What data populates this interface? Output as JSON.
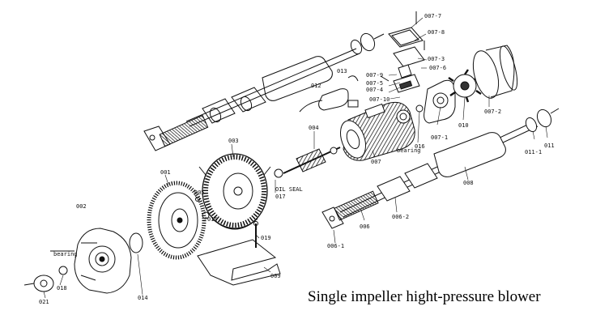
{
  "caption": "Single impeller hight-pressure blower",
  "labels": {
    "p001": "001",
    "p002": "002",
    "p003": "003",
    "p004": "004",
    "p005": "005",
    "p006": "006",
    "p006_1": "006-1",
    "p006_2": "006-2",
    "p007": "007",
    "p007_1": "007-1",
    "p007_2": "007-2",
    "p007_3": "007-3",
    "p007_4": "007-4",
    "p007_5": "007-5",
    "p007_6": "007-6",
    "p007_7": "007-7",
    "p007_8": "007-8",
    "p007_9": "007-9",
    "p007_10": "007-10",
    "p008": "008",
    "p009": "009",
    "p010": "010",
    "p011": "011",
    "p011_1": "011-1",
    "p012": "012",
    "p013": "013",
    "p014": "014",
    "p015": "015",
    "p016": "016",
    "p017": "017",
    "p018": "018",
    "p019": "019",
    "p021": "021",
    "bearing_left": "bearing",
    "bearing_right": "bearing",
    "oil_seal": "OIL SEAL"
  }
}
